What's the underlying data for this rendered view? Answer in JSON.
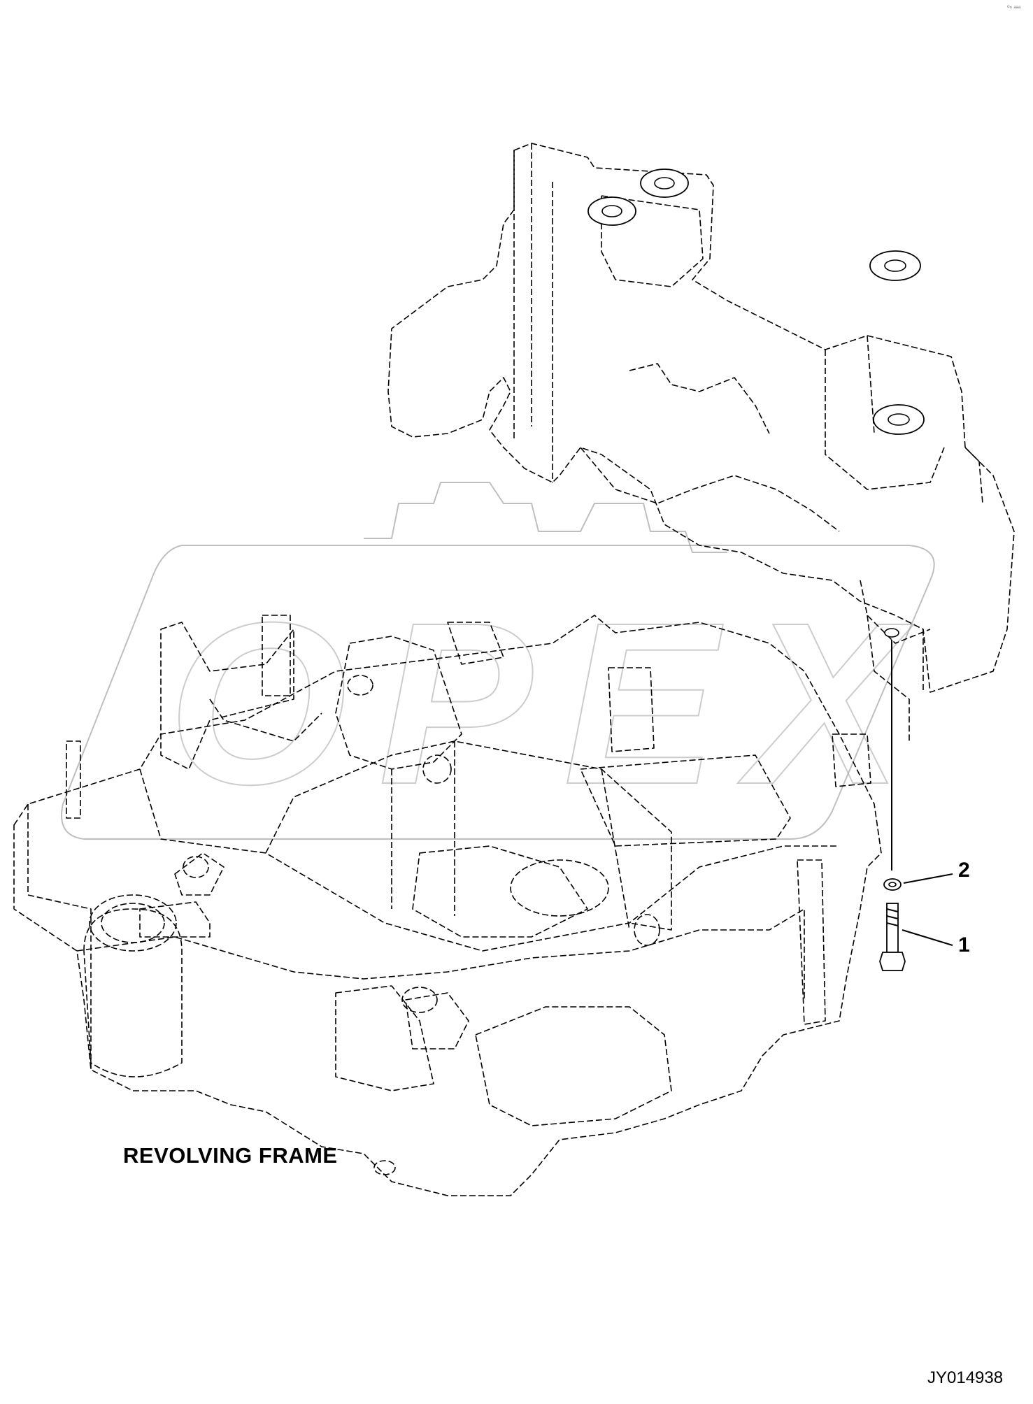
{
  "diagram": {
    "label": "REVOLVING FRAME",
    "drawing_code": "JY014938",
    "corner_mark": "⁰ⁿ ᵃᵃᵃ",
    "callouts": [
      "2",
      "1"
    ],
    "watermark": "OPEX"
  }
}
